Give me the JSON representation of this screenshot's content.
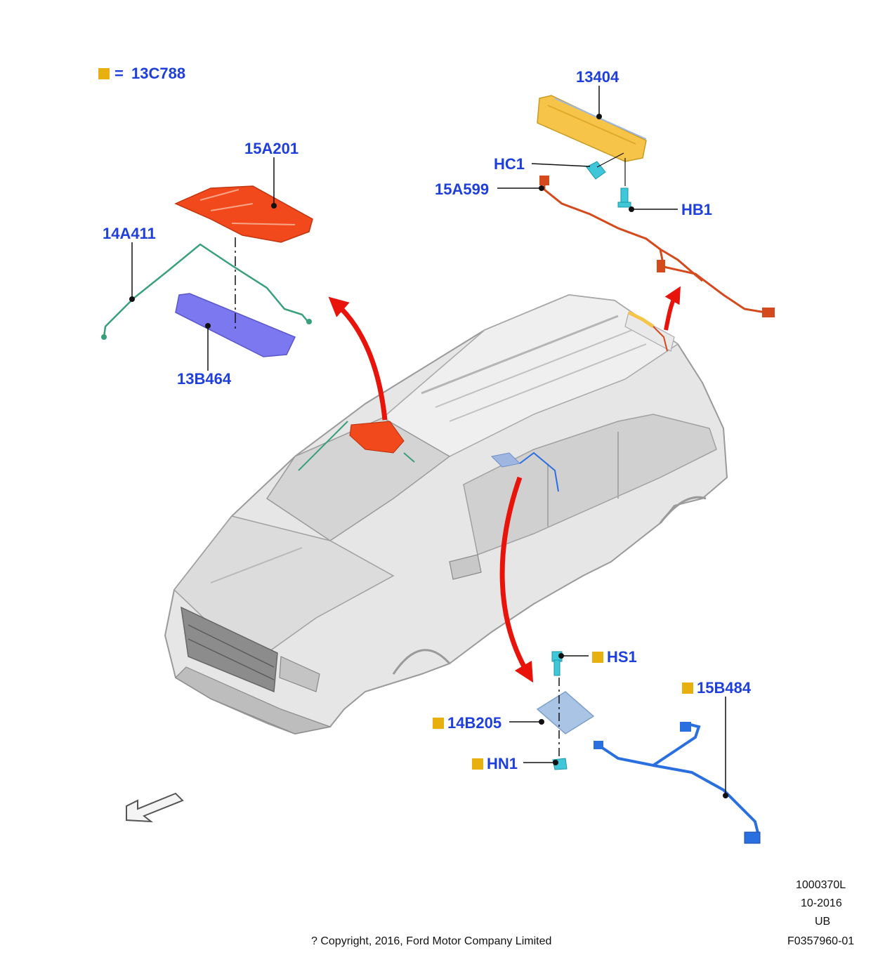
{
  "legend": {
    "equals": "=",
    "code": "13C788",
    "marker_color": "#e8b00e"
  },
  "labels": {
    "p13404": "13404",
    "hc1": "HC1",
    "p15a599": "15A599",
    "hb1": "HB1",
    "p15a201": "15A201",
    "p14a411": "14A411",
    "p13b464": "13B464",
    "hs1": "HS1",
    "p15b484": "15B484",
    "p14b205": "14B205",
    "hn1": "HN1"
  },
  "footer": {
    "ref": "1000370L",
    "date": "10-2016",
    "region": "UB",
    "figure": "F0357960-01",
    "copyright": "? Copyright, 2016, Ford Motor Company Limited"
  },
  "colors": {
    "label_blue": "#1f3fdc",
    "arrow_red": "#e8140c",
    "part_red": "#f2491c",
    "part_yellow": "#f7c44a",
    "part_purple": "#7b78f0",
    "part_cyan": "#3fc6d8",
    "harness_blue": "#2a6fe0",
    "car_gray": "#d9d9d9"
  }
}
